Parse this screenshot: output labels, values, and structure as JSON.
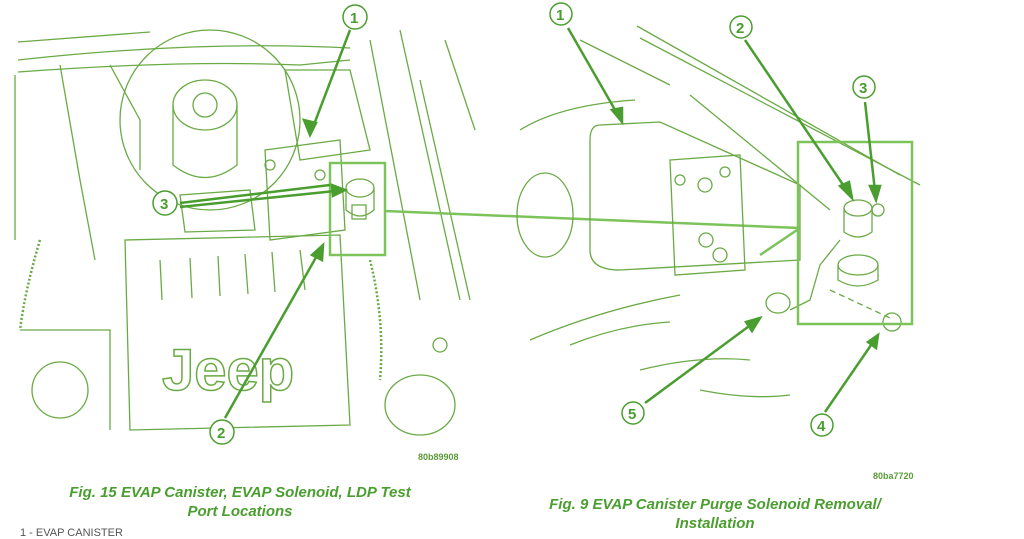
{
  "colors": {
    "line": "#6aaa45",
    "callout": "#4a9e2f",
    "highlight": "#7cc35a",
    "caption": "#4a9e2f"
  },
  "left_figure": {
    "code": "80b89908",
    "caption_line1": "Fig. 15 EVAP Canister, EVAP Solenoid, LDP Test",
    "caption_line2": "Port Locations",
    "callouts": [
      {
        "num": "1",
        "label": "EVAP Canister"
      },
      {
        "num": "2"
      },
      {
        "num": "3"
      }
    ],
    "emblem_text": "Jeep",
    "legend_first_item": "1 - EVAP CANISTER"
  },
  "right_figure": {
    "code": "80ba7720",
    "caption_line1": "Fig. 9 EVAP Canister Purge Solenoid Removal/",
    "caption_line2": "Installation",
    "callouts": [
      {
        "num": "1"
      },
      {
        "num": "2"
      },
      {
        "num": "3"
      },
      {
        "num": "4"
      },
      {
        "num": "5"
      }
    ]
  }
}
